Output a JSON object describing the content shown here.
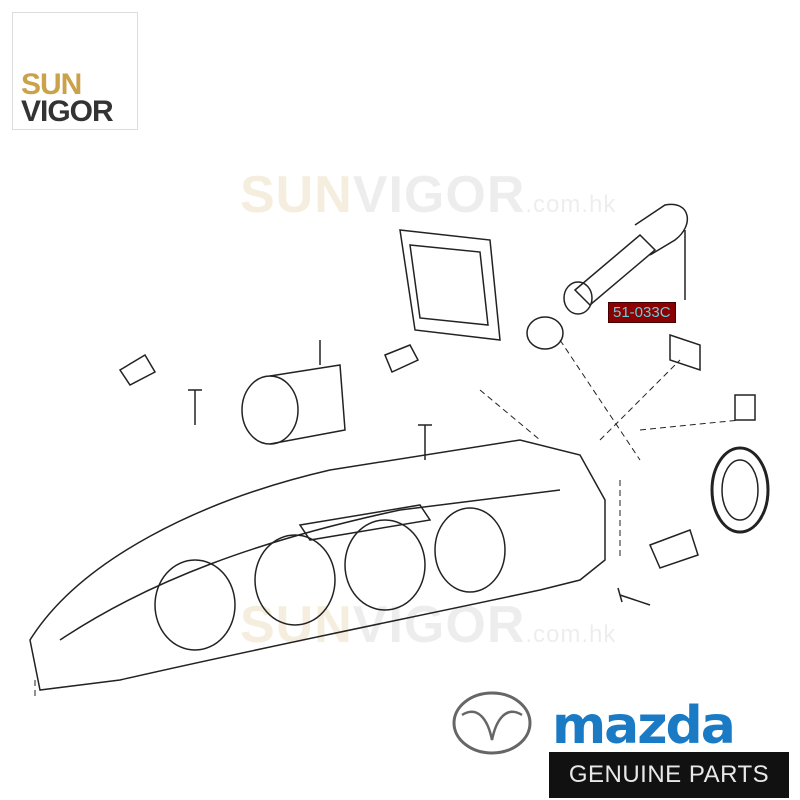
{
  "watermark": {
    "brand_a": "SUN",
    "brand_b": "VIGOR",
    "domain": ".com.hk"
  },
  "logo": {
    "line1": "SUN",
    "line2": "VIGOR"
  },
  "part_callout": {
    "number": "51-033C",
    "bg_color": "#8b0000",
    "text_color": "#5fd3e0"
  },
  "brand": {
    "name": "mazda",
    "tagline": "GENUINE PARTS",
    "color": "#1a7bc4"
  }
}
